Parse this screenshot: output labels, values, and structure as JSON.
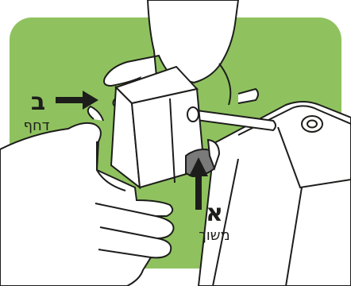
{
  "labels": {
    "step_b_letter": "ב",
    "step_b_text": "דחף",
    "step_a_letter": "א",
    "step_a_text": "משוך"
  },
  "colors": {
    "background_panel": "#8fc25f",
    "outline": "#1d1d1b",
    "device_fill": "#ffffff",
    "latch_fill": "#7a7a7a",
    "paper": "#ffffff"
  }
}
